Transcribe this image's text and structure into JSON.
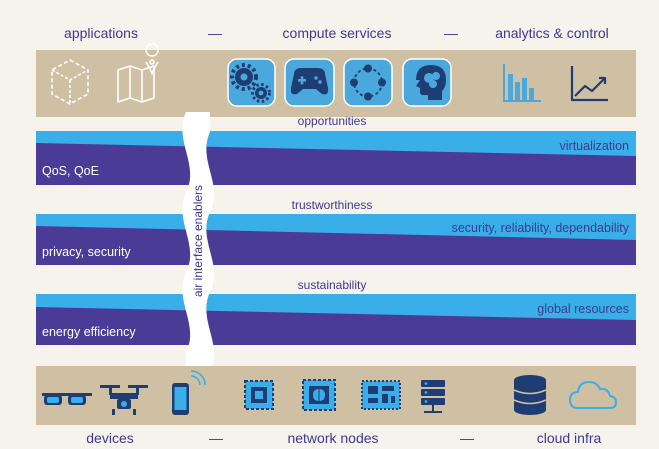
{
  "top_labels": {
    "applications": "applications",
    "compute_services": "compute services",
    "analytics_control": "analytics & control"
  },
  "bottom_labels": {
    "devices": "devices",
    "network_nodes": "network nodes",
    "cloud_infra": "cloud infra"
  },
  "connector": "—",
  "vertical_label": "air interface enablers",
  "bands": [
    {
      "title": "opportunities",
      "left": "QoS, QoE",
      "right": "virtualization"
    },
    {
      "title": "trustworthiness",
      "left": "privacy, security",
      "right": "security, reliability, dependability"
    },
    {
      "title": "sustainability",
      "left": "energy efficiency",
      "right": "global resources"
    }
  ],
  "colors": {
    "background": "#f6f2ec",
    "tray": "#cfc0a3",
    "light_blue": "#3aaee8",
    "dark_purple": "#4a3c96",
    "label": "#3d3a8f",
    "icon_tile": "#4aa8dc",
    "icon_navy": "#1d3d73"
  },
  "icons_top": [
    "cube-icon",
    "map-pin-icon",
    "gears-icon",
    "gamepad-icon",
    "network-circle-icon",
    "brain-head-icon",
    "bar-chart-icon",
    "line-chart-icon"
  ],
  "icons_bottom": [
    "smart-glasses-icon",
    "drone-icon",
    "smartphone-icon",
    "chip-icon",
    "ai-chip-icon",
    "circuit-board-icon",
    "server-rack-icon",
    "database-icon",
    "cloud-icon"
  ]
}
